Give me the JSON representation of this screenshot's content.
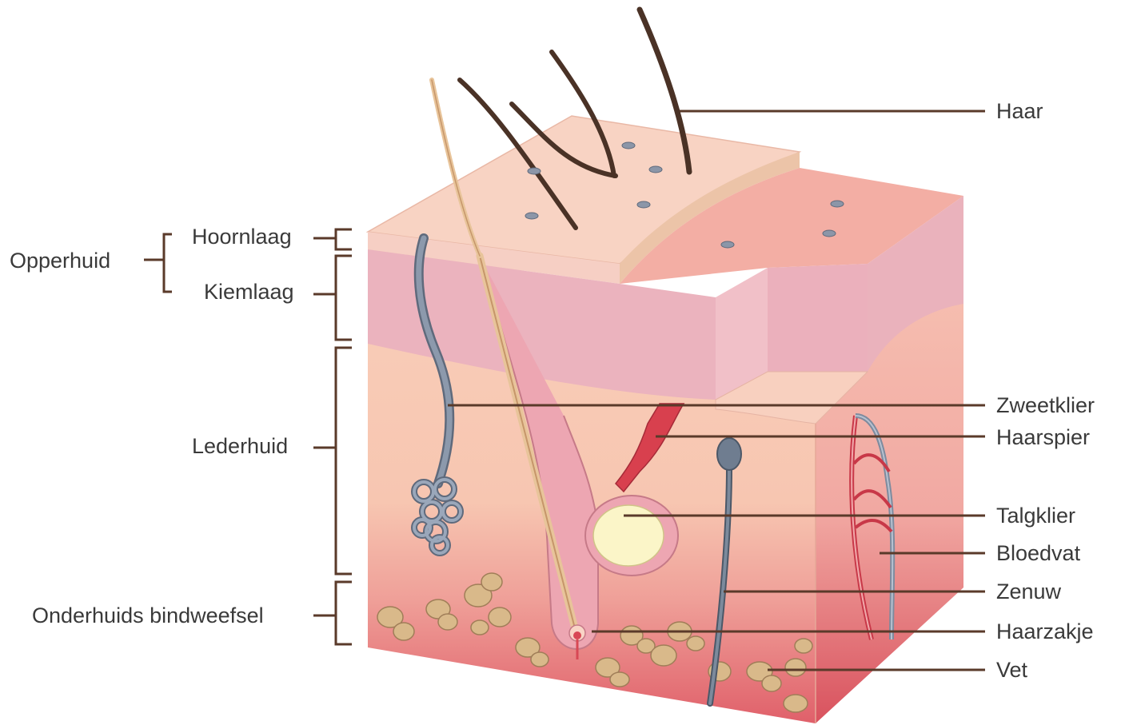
{
  "labels": {
    "left": {
      "opperhuid": "Opperhuid",
      "hoornlaag": "Hoornlaag",
      "kiemlaag": "Kiemlaag",
      "lederhuid": "Lederhuid",
      "onderhuids": "Onderhuids bindweefsel"
    },
    "right": {
      "haar": "Haar",
      "zweetklier": "Zweetklier",
      "haarspier": "Haarspier",
      "talgklier": "Talgklier",
      "bloedvat": "Bloedvat",
      "zenuw": "Zenuw",
      "haarzakje": "Haarzakje",
      "vet": "Vet"
    }
  },
  "colors": {
    "epidermis_top": "#f8d2c2",
    "epidermis_top_right": "#f2aaa0",
    "germ_layer": "#eab0bc",
    "dermis": "#f9cdb8",
    "subcutis": "#e5747a",
    "fat": "#d8b888",
    "hair": "#4a3226",
    "sweat_gland": "#7e8b9e",
    "nerve": "#6a7888",
    "sebaceous": "#fbf5c8",
    "blood_vessel": "#d84855"
  }
}
